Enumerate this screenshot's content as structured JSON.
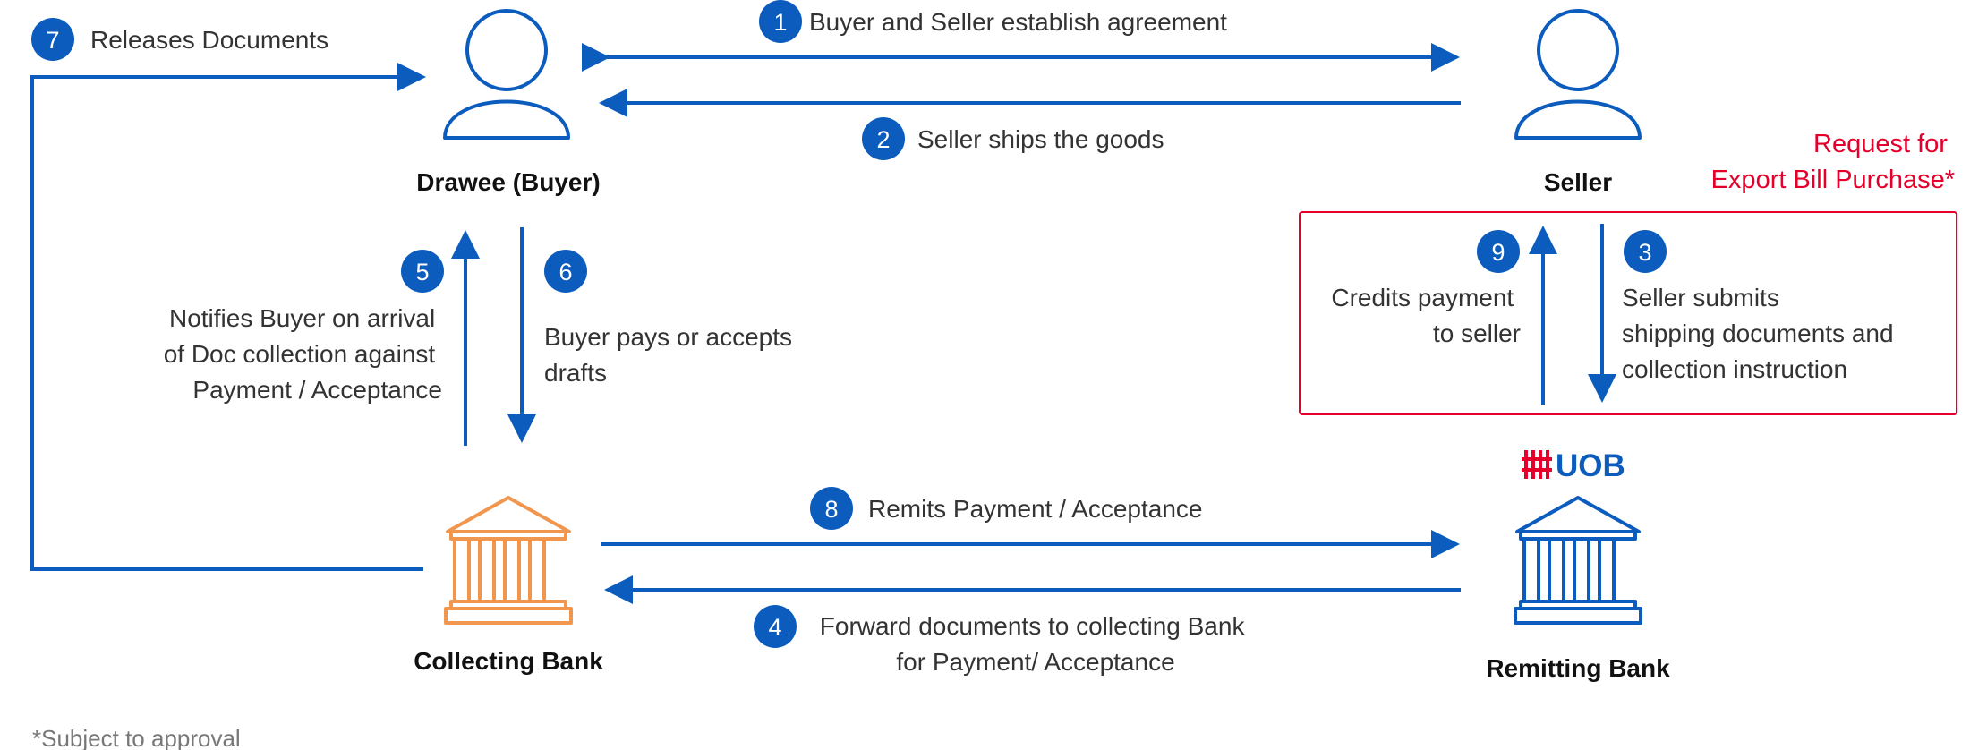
{
  "colors": {
    "flow": "#0b5cbd",
    "collecting_bank": "#f0964e",
    "highlight": "#e4002b",
    "brand": "#0b5cbd"
  },
  "entities": {
    "drawee": "Drawee (Buyer)",
    "seller": "Seller",
    "collecting_bank": "Collecting Bank",
    "remitting_bank": "Remitting Bank"
  },
  "brand": {
    "name": "UOB"
  },
  "steps": [
    {
      "num": "1",
      "lines": [
        "Buyer and Seller establish agreement"
      ]
    },
    {
      "num": "2",
      "lines": [
        "Seller ships the goods"
      ]
    },
    {
      "num": "3",
      "lines": [
        "Seller submits",
        "shipping documents and",
        "collection instruction"
      ]
    },
    {
      "num": "4",
      "lines": [
        "Forward documents to collecting Bank",
        "for Payment/ Acceptance"
      ]
    },
    {
      "num": "5",
      "lines": [
        "Notifies Buyer on arrival",
        "of Doc collection against",
        "Payment / Acceptance"
      ]
    },
    {
      "num": "6",
      "lines": [
        "Buyer pays or accepts",
        "drafts"
      ]
    },
    {
      "num": "7",
      "lines": [
        "Releases Documents"
      ]
    },
    {
      "num": "8",
      "lines": [
        "Remits Payment / Acceptance"
      ]
    },
    {
      "num": "9",
      "lines": [
        "Credits payment",
        "to seller"
      ]
    }
  ],
  "callout": {
    "lines": [
      "Request for",
      "Export Bill Purchase*"
    ]
  },
  "footnote": "*Subject to approval"
}
